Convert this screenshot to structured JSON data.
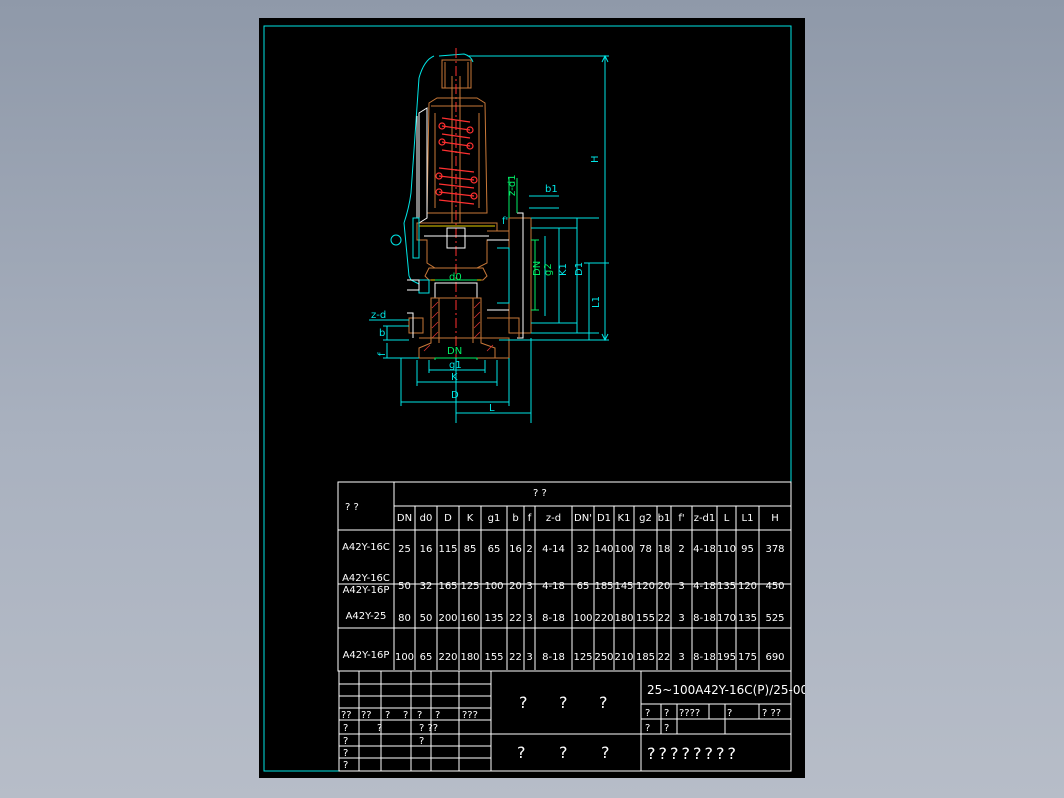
{
  "drawing": {
    "dimension_labels": {
      "H": "H",
      "L1": "L1",
      "D1": "D1",
      "K1": "K1",
      "DN_side": "DN",
      "g2": "g2",
      "zd1": "z-d1",
      "b1": "b1",
      "f1": "f'",
      "d0": "d0",
      "zd": "z-d",
      "b": "b",
      "f": "f",
      "DN": "DN",
      "g1": "g1",
      "K": "K",
      "D": "D",
      "L": "L"
    }
  },
  "table": {
    "corner": "? ?",
    "group_header": "?          ?",
    "columns": [
      "DN",
      "d0",
      "D",
      "K",
      "g1",
      "b",
      "f",
      "z-d",
      "DN'",
      "D1",
      "K1",
      "g2",
      "b1",
      "f'",
      "z-d1",
      "L",
      "L1",
      "H"
    ],
    "rows": [
      {
        "model": [
          "A42Y-16C"
        ],
        "values": [
          "25",
          "16",
          "115",
          "85",
          "65",
          "16",
          "2",
          "4-14",
          "32",
          "140",
          "100",
          "78",
          "18",
          "2",
          "4-18",
          "110",
          "95",
          "378"
        ]
      },
      {
        "model": [
          "A42Y-16C",
          "A42Y-16P"
        ],
        "values": [
          "50",
          "32",
          "165",
          "125",
          "100",
          "20",
          "3",
          "4-18",
          "65",
          "185",
          "145",
          "120",
          "20",
          "3",
          "4-18",
          "135",
          "120",
          "450"
        ]
      },
      {
        "model": [
          "A42Y-25"
        ],
        "values": [
          "80",
          "50",
          "200",
          "160",
          "135",
          "22",
          "3",
          "8-18",
          "100",
          "220",
          "180",
          "155",
          "22",
          "3",
          "8-18",
          "170",
          "135",
          "525"
        ]
      },
      {
        "model": [
          "A42Y-16P"
        ],
        "values": [
          "100",
          "65",
          "220",
          "180",
          "155",
          "22",
          "3",
          "8-18",
          "125",
          "250",
          "210",
          "185",
          "22",
          "3",
          "8-18",
          "195",
          "175",
          "690"
        ]
      }
    ]
  },
  "title_block": {
    "drawing_number": "25~100A42Y-16C(P)/25-00",
    "middle_top": [
      "?",
      "?",
      "?"
    ],
    "middle_bottom": [
      "?",
      "?",
      "?"
    ],
    "right_row1": [
      "?",
      "?",
      "????",
      "?",
      "? ??"
    ],
    "right_row2": [
      "?",
      "?"
    ],
    "company": "????????",
    "left_row": [
      "??",
      "??",
      "?",
      "?",
      "?",
      "?",
      "???"
    ],
    "left_row2": [
      "?",
      "?",
      "? ??"
    ],
    "left_rows": [
      "?",
      "?",
      "?",
      "?"
    ]
  }
}
